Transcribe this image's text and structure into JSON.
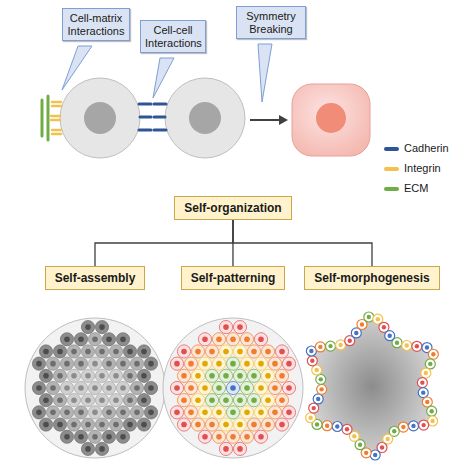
{
  "diagram": {
    "nodes": [
      {
        "text": [
          "Cell-matrix Interactions"
        ]
      },
      {
        "text": [
          "Cell-cell Interactions"
        ]
      },
      {
        "text": [
          "Symmetry Breaking"
        ]
      },
      {
        "text": [
          "Self-organization"
        ]
      },
      {
        "text": [
          "Self-assembly"
        ]
      },
      {
        "text": [
          "Self-patterning"
        ]
      },
      {
        "text": [
          "Self-morphogenesis"
        ]
      }
    ],
    "edges": [
      {
        "from": 3,
        "to": 4,
        "arrow": "none"
      },
      {
        "from": 3,
        "to": 5,
        "arrow": "none"
      },
      {
        "from": 3,
        "to": 6,
        "arrow": "none"
      }
    ],
    "legend": [
      {
        "text": "Cadherin",
        "color": "#2f5597"
      },
      {
        "text": "Integrin",
        "color": "#f2c14e"
      },
      {
        "text": "ECM",
        "color": "#70ad47"
      }
    ]
  }
}
